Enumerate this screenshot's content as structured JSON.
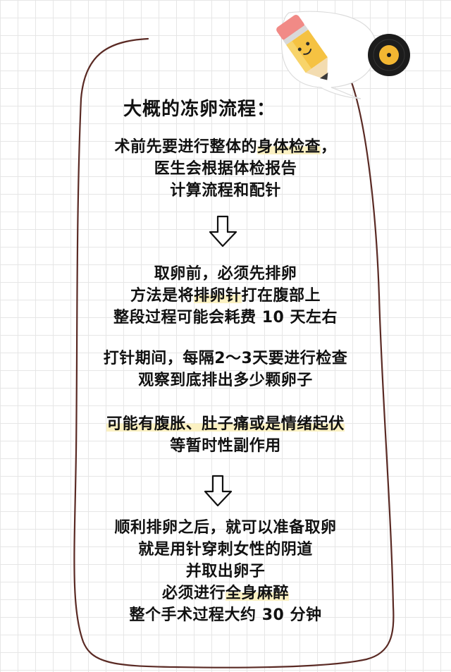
{
  "title": "大概的冻卵流程：",
  "sections": [
    {
      "lines": [
        [
          {
            "t": "术前先要进行整体的"
          },
          {
            "t": "身体检查",
            "hl": true
          },
          {
            "t": "，"
          }
        ],
        [
          {
            "t": "医生会根据体检报告"
          }
        ],
        [
          {
            "t": "计算流程和配针"
          }
        ]
      ]
    },
    {
      "lines": [
        [
          {
            "t": "取卵前，必须先排卵"
          }
        ],
        [
          {
            "t": "方法是将"
          },
          {
            "t": "排卵针",
            "hl": true
          },
          {
            "t": "打在腹部上"
          }
        ],
        [
          {
            "t": "整段过程可能会耗费 10 天左右"
          }
        ]
      ]
    },
    {
      "lines": [
        [
          {
            "t": "打针期间，每隔2～3天要进行检查"
          }
        ],
        [
          {
            "t": "观察到底排出多少颗卵子"
          }
        ]
      ]
    },
    {
      "lines": [
        [
          {
            "t": "可能有腹胀、肚子痛或是情绪起伏",
            "hl": true
          }
        ],
        [
          {
            "t": "等暂时性副作用"
          }
        ]
      ]
    },
    {
      "lines": [
        [
          {
            "t": "顺利排卵之后，就可以准备取卵"
          }
        ],
        [
          {
            "t": "就是用针穿刺女性的阴道"
          }
        ],
        [
          {
            "t": "并取出卵子"
          }
        ],
        [
          {
            "t": "必须进行"
          },
          {
            "t": "全身麻醉",
            "hl": true
          }
        ],
        [
          {
            "t": "整个手术过程大约 30 分钟"
          }
        ]
      ]
    }
  ],
  "colors": {
    "frame": "#5a2a24",
    "highlight": "#fbf1c2",
    "pencil_body": "#f5c242",
    "pencil_eraser": "#f18a86",
    "record": "#1c1c1c",
    "record_label": "#f2b632"
  },
  "icons": [
    "pencil-icon",
    "vinyl-record-icon",
    "down-arrow-icon"
  ]
}
